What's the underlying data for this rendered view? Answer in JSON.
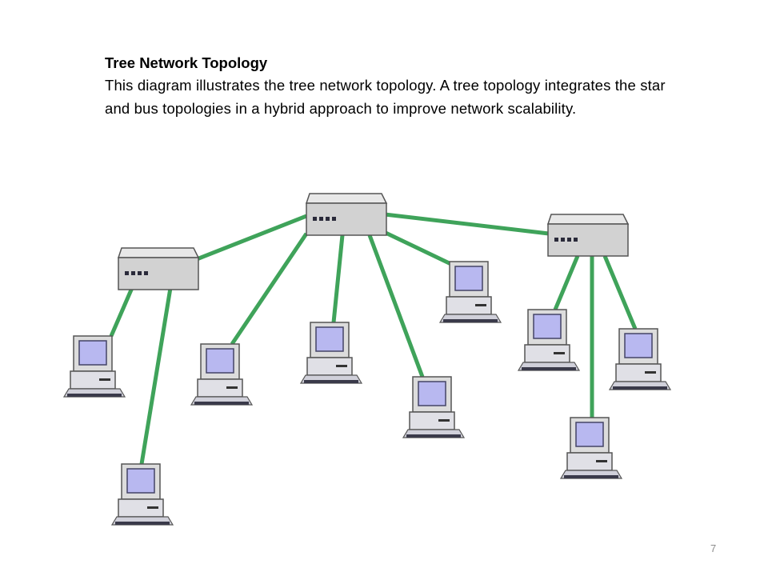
{
  "slide": {
    "title": "Tree Network Topology",
    "description": "This diagram illustrates the tree network topology. A tree topology integrates the star and bus topologies in a hybrid approach to improve network scalability.",
    "page_number": "7"
  },
  "colors": {
    "link": "#3fa35a",
    "device_body": "#d2d2d2",
    "device_outline": "#555555",
    "screen": "#b8b8f0",
    "keyboard": "#3a3a4a"
  },
  "diagram": {
    "hubs": [
      {
        "id": "hub-center",
        "name": "central-hub"
      },
      {
        "id": "hub-left",
        "name": "left-hub"
      },
      {
        "id": "hub-right",
        "name": "right-hub"
      }
    ],
    "computers": [
      {
        "id": "pc-1",
        "hub": "hub-left"
      },
      {
        "id": "pc-2",
        "hub": "hub-left"
      },
      {
        "id": "pc-3",
        "hub": "hub-center"
      },
      {
        "id": "pc-4",
        "hub": "hub-center"
      },
      {
        "id": "pc-5",
        "hub": "hub-center"
      },
      {
        "id": "pc-6",
        "hub": "hub-center"
      },
      {
        "id": "pc-7",
        "hub": "hub-right"
      },
      {
        "id": "pc-8",
        "hub": "hub-right"
      },
      {
        "id": "pc-9",
        "hub": "hub-right"
      }
    ],
    "hub_links": [
      {
        "from": "hub-center",
        "to": "hub-left"
      },
      {
        "from": "hub-center",
        "to": "hub-right"
      }
    ]
  }
}
